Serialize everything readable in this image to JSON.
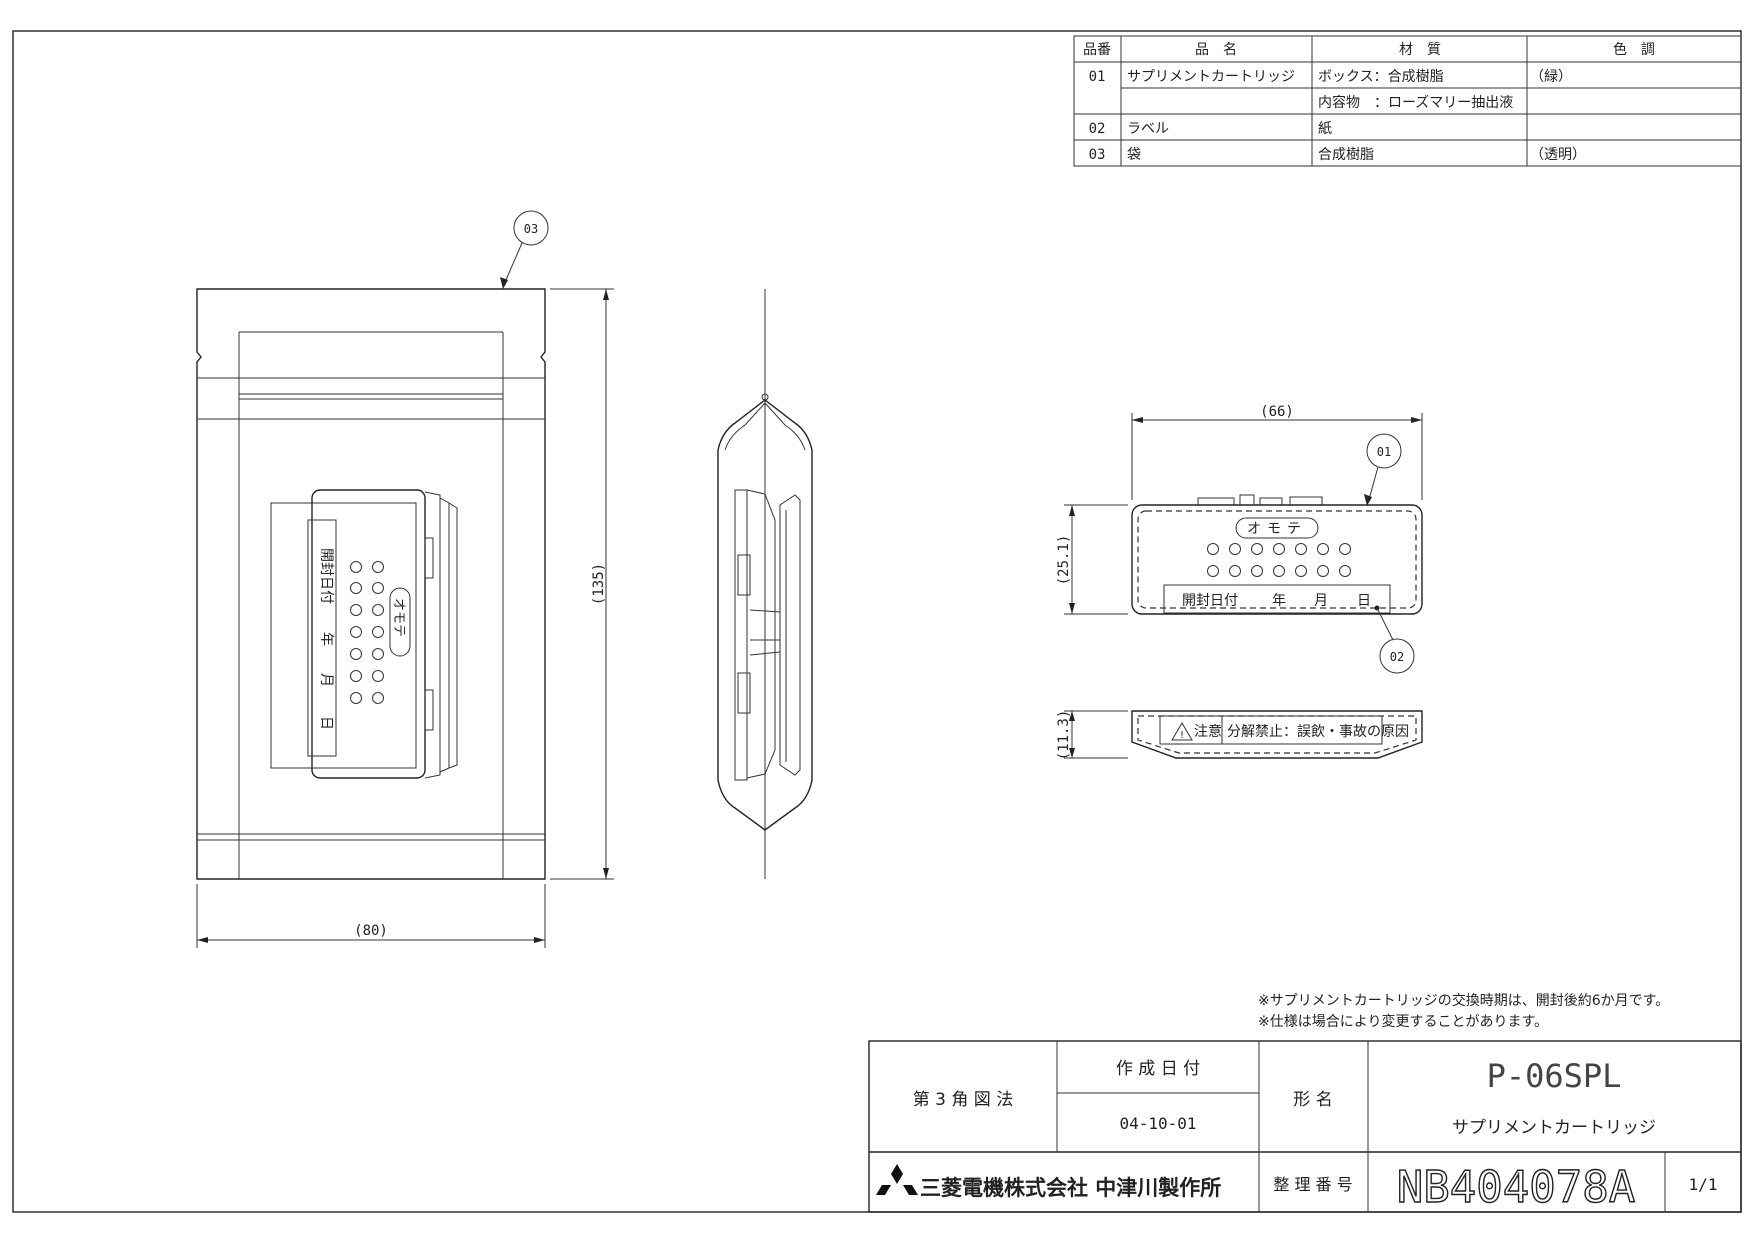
{
  "parts_table": {
    "headers": [
      "品番",
      "品　名",
      "材　質",
      "色　調"
    ],
    "rows": [
      {
        "no": "01",
        "name": "サプリメントカートリッジ",
        "material": "ボックス：合成樹脂",
        "color": "（緑）"
      },
      {
        "no": "",
        "name": "",
        "material": "内容物　：ローズマリー抽出液",
        "color": ""
      },
      {
        "no": "02",
        "name": "ラベル",
        "material": "紙",
        "color": ""
      },
      {
        "no": "03",
        "name": "袋",
        "material": "合成樹脂",
        "color": "（透明）"
      }
    ]
  },
  "balloons": {
    "bag": "03",
    "cartridge": "01",
    "label": "02"
  },
  "dimensions": {
    "bag_width": "(80)",
    "bag_height": "(135)",
    "cart_width": "(66)",
    "cart_height": "(25.1)",
    "cart_depth": "(11.3)"
  },
  "cartridge_front": {
    "face_mark": "オモテ",
    "date_label": "開封日付",
    "year": "年",
    "month": "月",
    "day": "日"
  },
  "bag_view": {
    "date_label": "開封日付",
    "year": "年",
    "month": "月",
    "day": "日",
    "face_mark": "オモテ"
  },
  "cartridge_bottom": {
    "caution": "注意",
    "caution_text": "分解禁止：誤飲・事故の原因"
  },
  "notes": [
    "※サプリメントカートリッジの交換時期は、開封後約6か月です。",
    "※仕様は場合により変更することがあります。"
  ],
  "title_block": {
    "projection": "第 3 角 図 法",
    "date_label": "作 成 日 付",
    "date_value": "04-10-01",
    "model_label": "形 名",
    "model": "P-06SPL",
    "product_name": "サプリメントカートリッジ",
    "company": "三菱電機株式会社 中津川製作所",
    "number_label": "整 理 番 号",
    "number": "NB404078A",
    "sheet": "1/1"
  }
}
